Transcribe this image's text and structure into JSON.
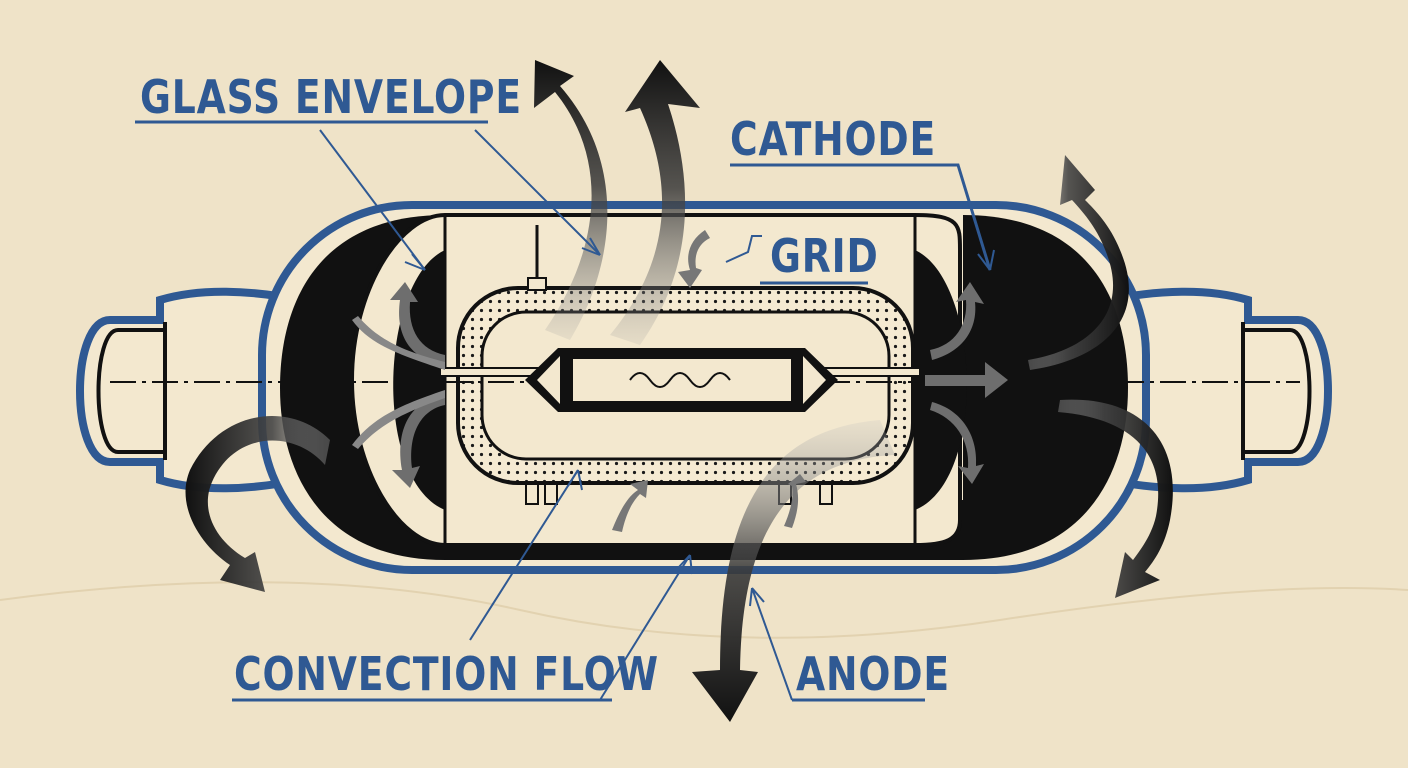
{
  "colors": {
    "paper": "#efe3c8",
    "ink": "#111111",
    "blue": "#2f5993",
    "cream": "#f3e8cf",
    "arrow_dark": "#1a1a1a",
    "arrow_mid": "#6e6e6e"
  },
  "labels": {
    "glass_envelope": "GLASS ENVELOPE",
    "cathode": "CATHODE",
    "grid": "GRID",
    "convection_flow": "CONVECTION FLOW",
    "anode": "ANODE"
  }
}
